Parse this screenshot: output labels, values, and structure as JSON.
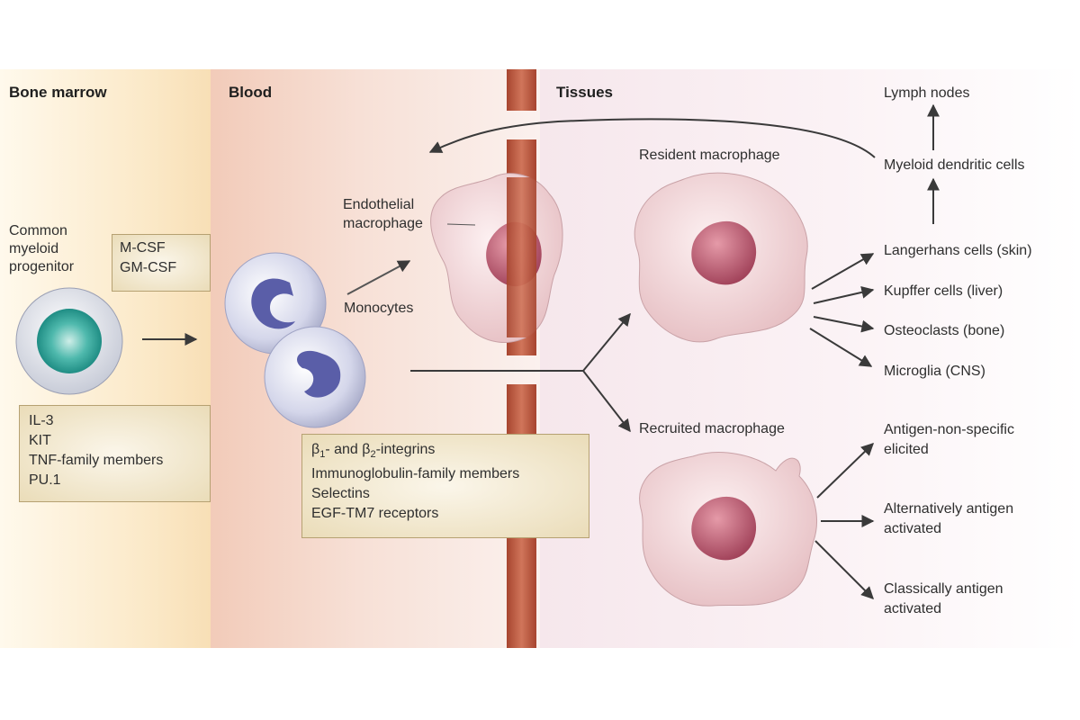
{
  "sections": {
    "bone_marrow": "Bone marrow",
    "blood": "Blood",
    "tissues": "Tissues"
  },
  "labels": {
    "progenitor": [
      "Common",
      "myeloid",
      "progenitor"
    ],
    "endothelial": [
      "Endothelial",
      "macrophage"
    ],
    "monocytes": "Monocytes",
    "resident": "Resident macrophage",
    "recruited": "Recruited macrophage"
  },
  "boxes": {
    "csf": [
      "M-CSF",
      "GM-CSF"
    ],
    "factors": [
      "IL-3",
      "KIT",
      "TNF-family members",
      "PU.1"
    ],
    "adhesion": {
      "integrin_prefix": "β",
      "integrin_sub1": "1",
      "integrin_mid": "- and β",
      "integrin_sub2": "2",
      "integrin_suffix": "-integrins",
      "lines": [
        "Immunoglobulin-family members",
        "Selectins",
        "EGF-TM7 receptors"
      ]
    }
  },
  "resident_outputs": [
    "Langerhans cells (skin)",
    "Kupffer cells (liver)",
    "Osteoclasts (bone)",
    "Microglia (CNS)"
  ],
  "dendritic": {
    "myeloid_dendritic": "Myeloid dendritic cells",
    "lymph_nodes": "Lymph nodes"
  },
  "recruited_outputs": [
    [
      "Antigen-non-specific",
      "elicited"
    ],
    [
      "Alternatively antigen",
      "activated"
    ],
    [
      "Classically antigen",
      "activated"
    ]
  ]
}
